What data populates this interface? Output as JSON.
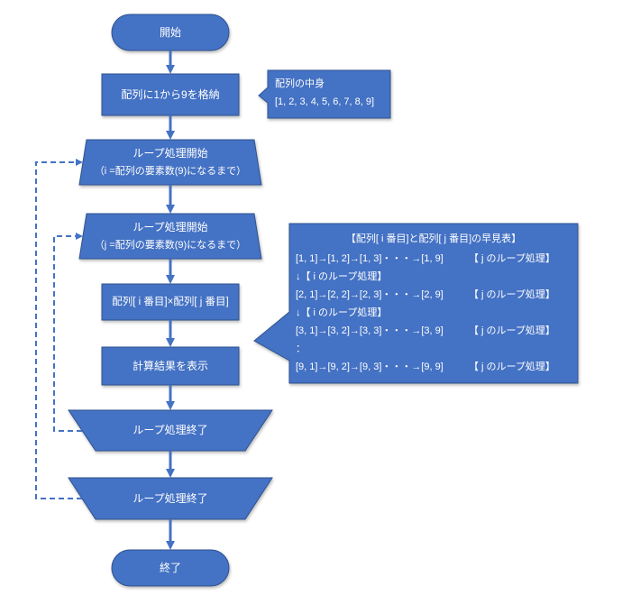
{
  "diagram": {
    "start": {
      "label": "開始"
    },
    "init": {
      "label": "配列に1から9を格納"
    },
    "array_note": {
      "title": "配列の中身",
      "content": "[1, 2, 3, 4, 5, 6, 7, 8, 9]"
    },
    "outer_loop_start": {
      "label": "ループ処理開始",
      "condition": "（i =配列の要素数(9)になるまで）"
    },
    "inner_loop_start": {
      "label": "ループ処理開始",
      "condition": "（j =配列の要素数(9)になるまで）"
    },
    "multiply": {
      "label": "配列[ i 番目]×配列[ j 番目]"
    },
    "display": {
      "label": "計算結果を表示"
    },
    "inner_loop_end": {
      "label": "ループ処理終了"
    },
    "outer_loop_end": {
      "label": "ループ処理終了"
    },
    "end": {
      "label": "終了"
    },
    "lookup_table": {
      "title": "【配列[ i 番目]と配列[ j 番目]の早見表】",
      "lines": [
        {
          "text": "[1, 1]→[1, 2]→[1, 3]・・・→[1, 9]",
          "note": "【 j のループ処理】"
        },
        {
          "text": "↓【 i のループ処理】"
        },
        {
          "text": "[2, 1]→[2, 2]→[2, 3]・・・→[2, 9]",
          "note": "【 j のループ処理】"
        },
        {
          "text": "↓【 i のループ処理】"
        },
        {
          "text": "[3, 1]→[3, 2]→[3, 3]・・・→[3, 9]",
          "note": "【 j のループ処理】"
        },
        {
          "text": "："
        },
        {
          "text": "[9, 1]→[9, 2]→[9, 3]・・・→[9, 9]",
          "note": "【 j のループ処理】"
        }
      ]
    }
  },
  "colors": {
    "background": "#FFFFFF",
    "shape_fill": "#4472C4",
    "shape_stroke": "#2F528F",
    "connector": "#4472C4",
    "text": "#FFFFFF"
  }
}
